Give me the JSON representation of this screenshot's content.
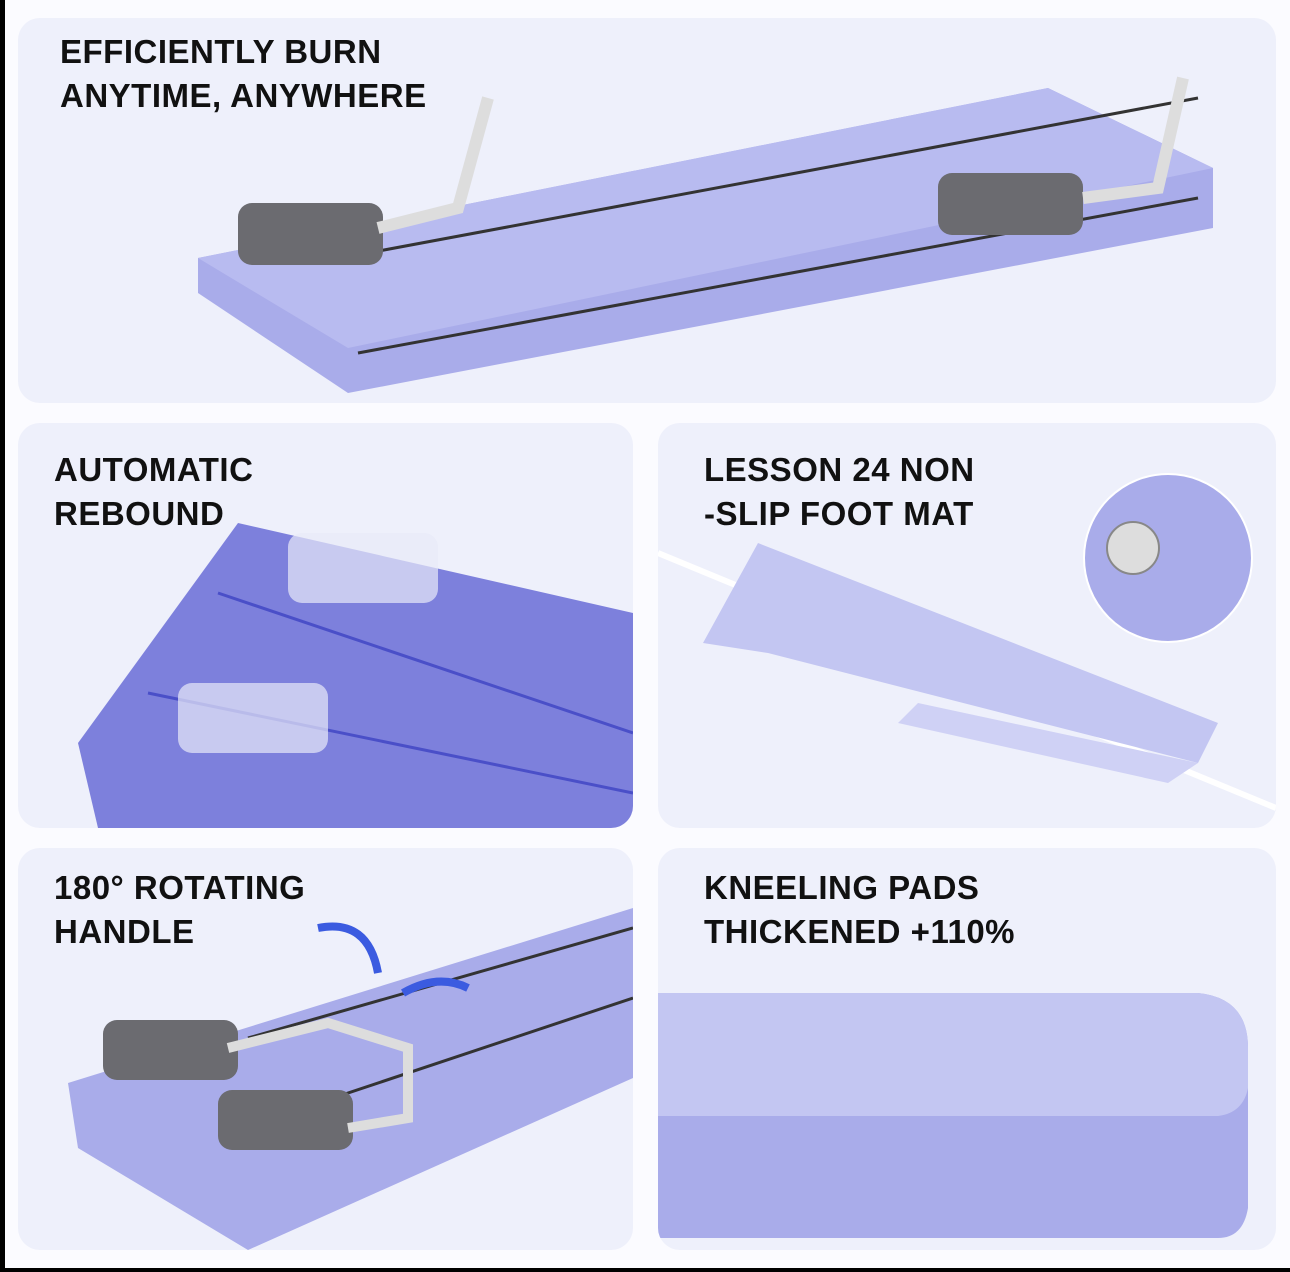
{
  "panels": [
    {
      "title_lines": [
        "EFFICIENTLY BURN",
        "ANYTIME, ANYWHERE"
      ]
    },
    {
      "title_lines": [
        "AUTOMATIC",
        "REBOUND"
      ]
    },
    {
      "title_lines": [
        "LESSON 24 NON",
        "-SLIP FOOT MAT"
      ]
    },
    {
      "title_lines": [
        "180° ROTATING",
        "HANDLE"
      ]
    },
    {
      "title_lines": [
        "KNEELING PADS",
        "THICKENED +110%"
      ]
    }
  ],
  "colors": {
    "panel": "#eef0fb",
    "board": "#a9acea",
    "pad": "#6b6b70",
    "text": "#111111"
  }
}
